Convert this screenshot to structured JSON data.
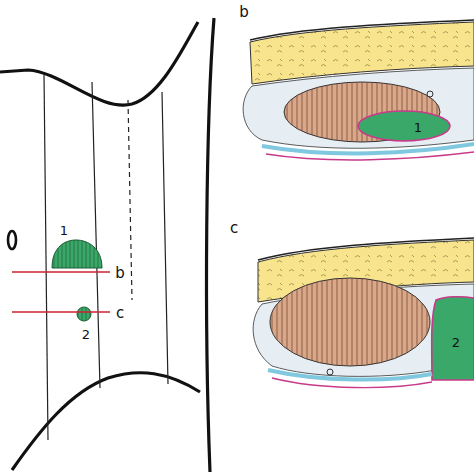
{
  "diagram": {
    "labels": [
      "b",
      "c",
      "1",
      "2",
      "b",
      "c",
      "1",
      "2"
    ]
  }
}
